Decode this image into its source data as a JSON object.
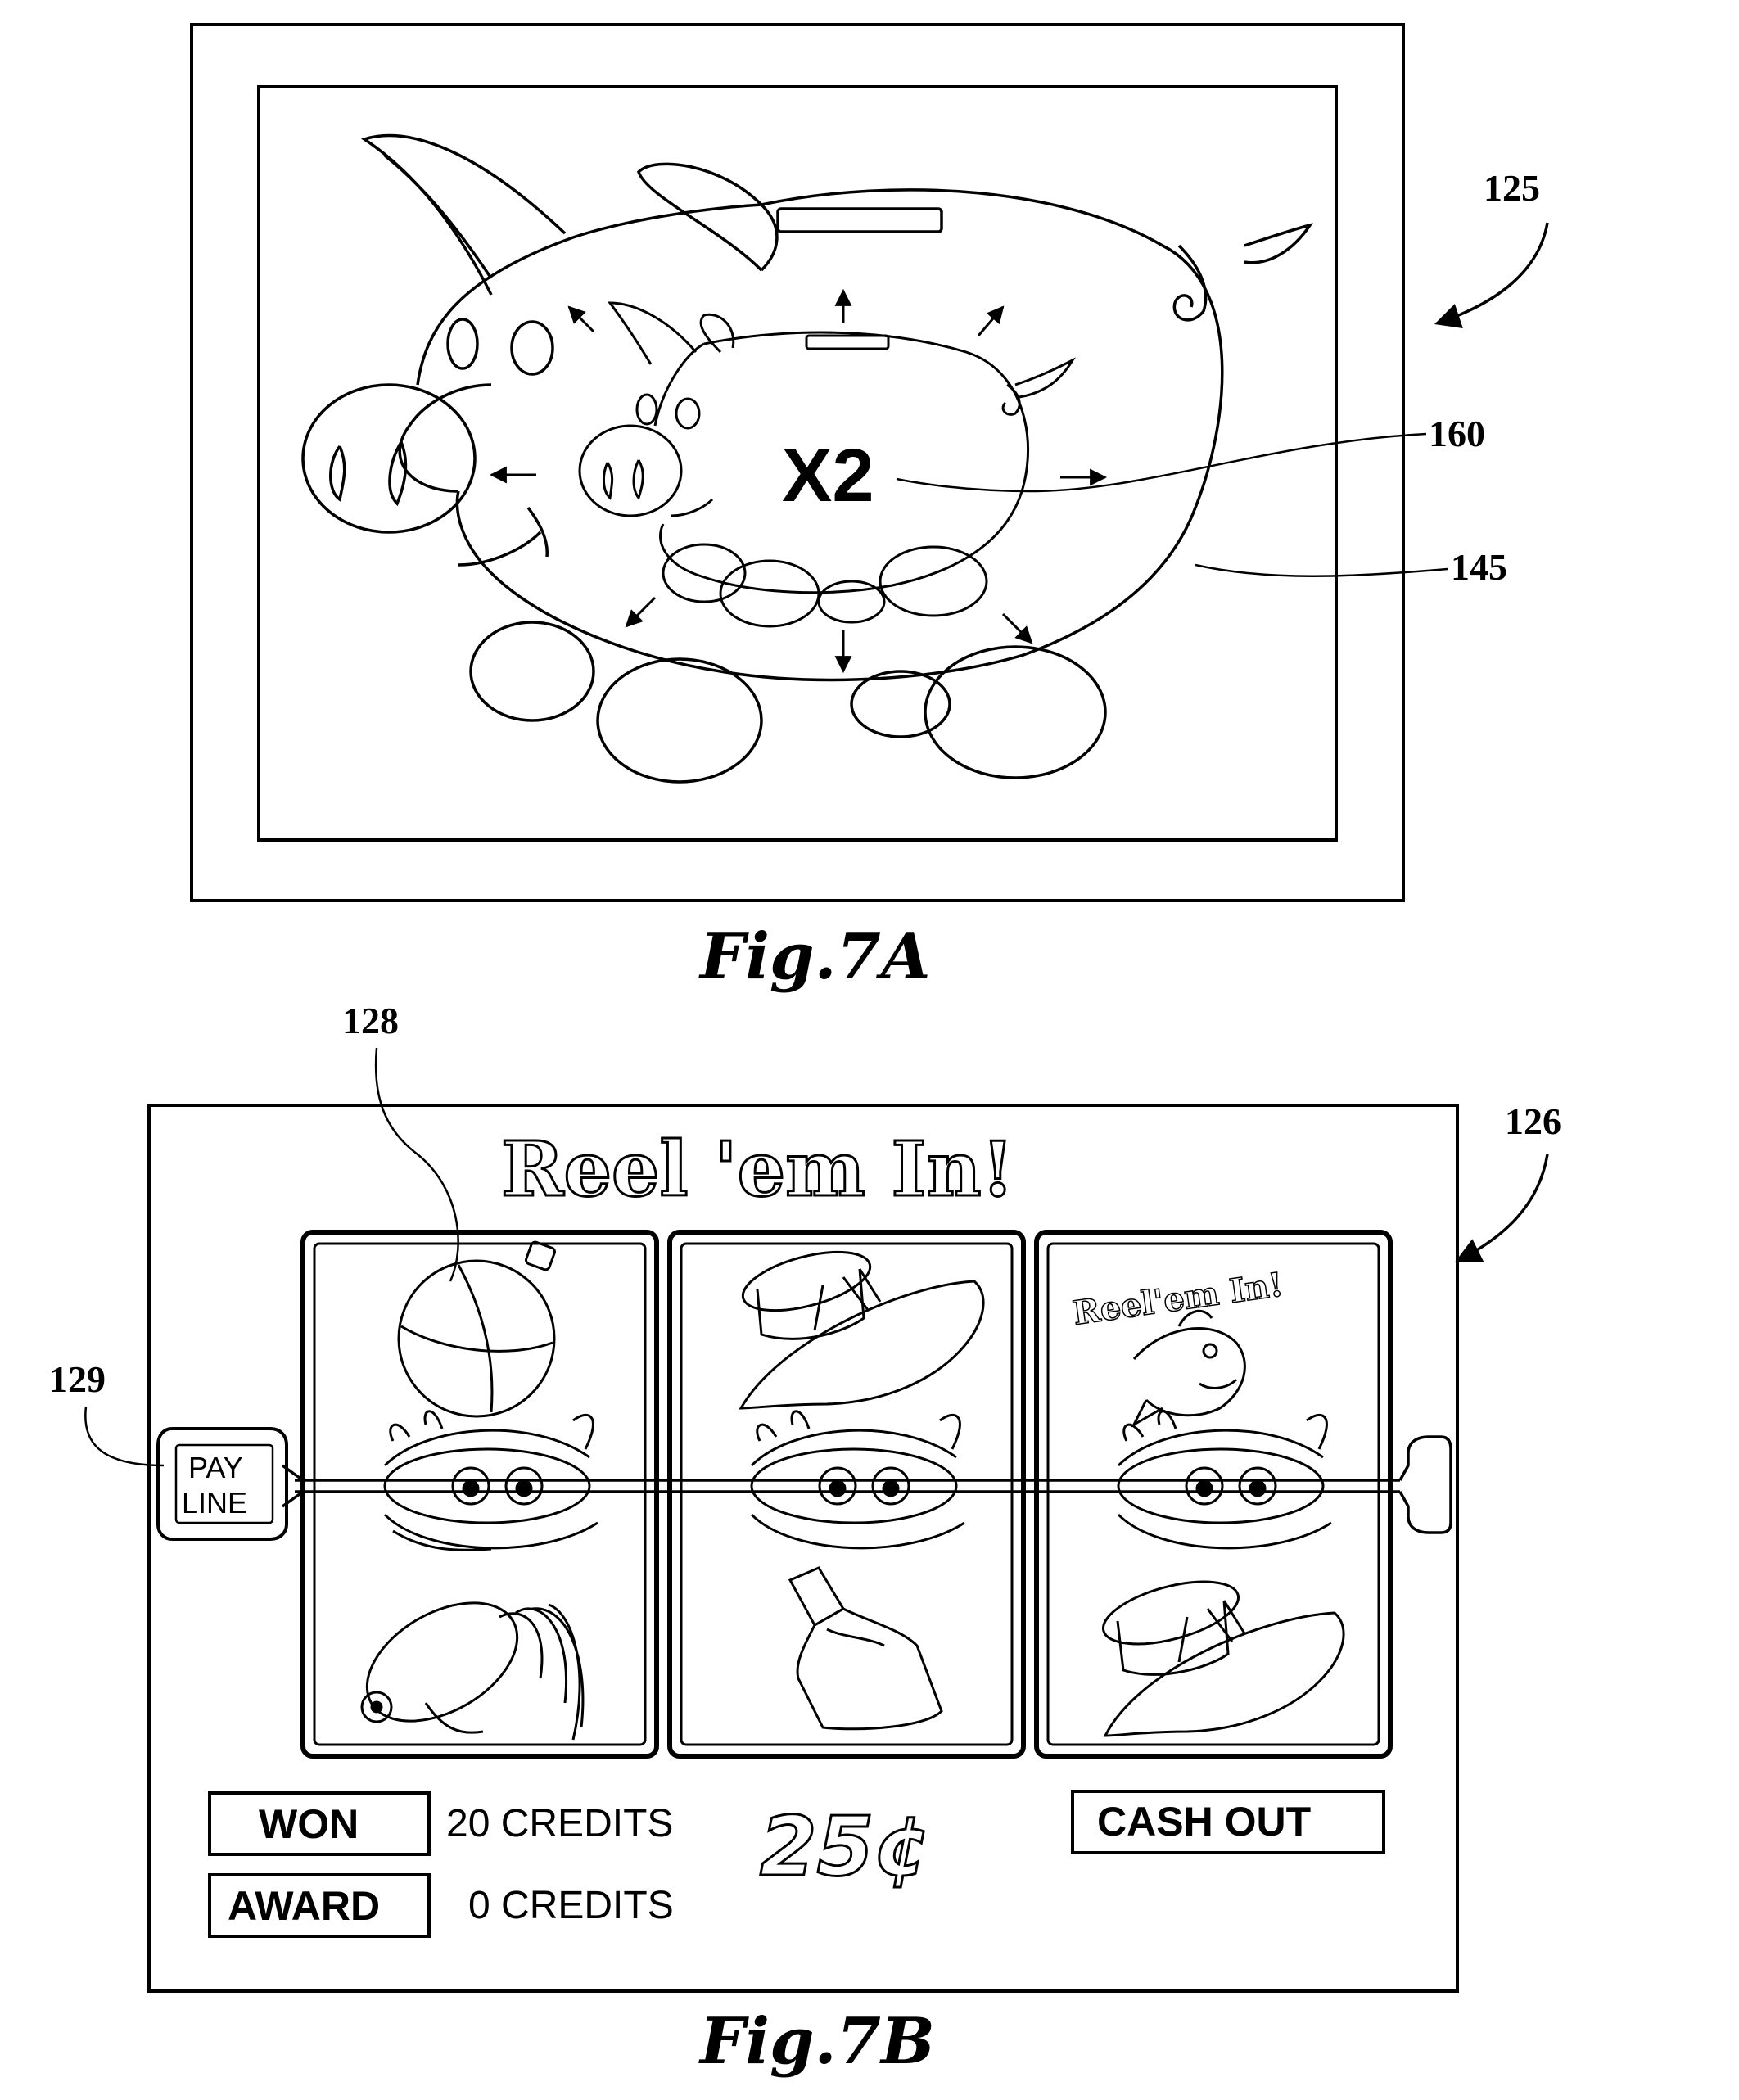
{
  "figure_a": {
    "caption": "Fig.7A",
    "ref_screen": "125",
    "ref_multiplier": "160",
    "ref_pig": "145",
    "multiplier_text": "X2"
  },
  "figure_b": {
    "caption": "Fig.7B",
    "ref_screen": "126",
    "ref_reel": "128",
    "ref_payline": "129",
    "game_title": "Reel 'em In!",
    "payline_label_1": "PAY",
    "payline_label_2": "LINE",
    "reels": [
      {
        "symbols": [
          "bobber-icon",
          "clam-icon",
          "lure-icon"
        ]
      },
      {
        "symbols": [
          "hat-icon",
          "clam-icon",
          "bottle-icon"
        ]
      },
      {
        "symbols": [
          "reel-em-in-logo-icon",
          "clam-icon",
          "hat-icon"
        ]
      }
    ],
    "reel3_logo_text": "Reel'em In!",
    "won_label": "WON",
    "won_value": "20 CREDITS",
    "award_label": "AWARD",
    "award_value": "0 CREDITS",
    "denomination": "25¢",
    "cash_out_label": "CASH OUT"
  }
}
